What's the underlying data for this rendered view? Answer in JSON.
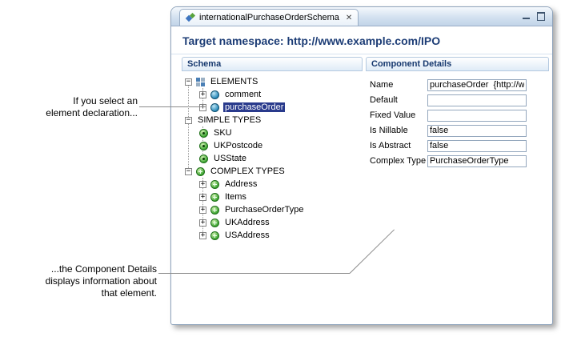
{
  "icons": {
    "plus": "+",
    "minus": "−",
    "close": "✕"
  },
  "annotations": {
    "a1": [
      "If you select an",
      "element declaration..."
    ],
    "a2": [
      "...the Component Details",
      "displays information about",
      "that element."
    ]
  },
  "window": {
    "tab_title": "internationalPurchaseOrderSchema",
    "header": "Target namespace: http://www.example.com/IPO"
  },
  "schema_panel": {
    "title": "Schema",
    "tree": [
      {
        "label": "ELEMENTS"
      },
      {
        "label": "comment"
      },
      {
        "label": "purchaseOrder"
      },
      {
        "label": "SIMPLE TYPES"
      },
      {
        "label": "SKU"
      },
      {
        "label": "UKPostcode"
      },
      {
        "label": "USState"
      },
      {
        "label": "COMPLEX TYPES"
      },
      {
        "label": "Address"
      },
      {
        "label": "Items"
      },
      {
        "label": "PurchaseOrderType"
      },
      {
        "label": "UKAddress"
      },
      {
        "label": "USAddress"
      }
    ]
  },
  "details_panel": {
    "title": "Component Details",
    "fields": [
      {
        "label": "Name",
        "value": "purchaseOrder  {http://ww"
      },
      {
        "label": "Default",
        "value": ""
      },
      {
        "label": "Fixed Value",
        "value": ""
      },
      {
        "label": "Is Nillable",
        "value": "false"
      },
      {
        "label": "Is Abstract",
        "value": "false"
      },
      {
        "label": "Complex Type",
        "value": "PurchaseOrderType"
      }
    ]
  }
}
